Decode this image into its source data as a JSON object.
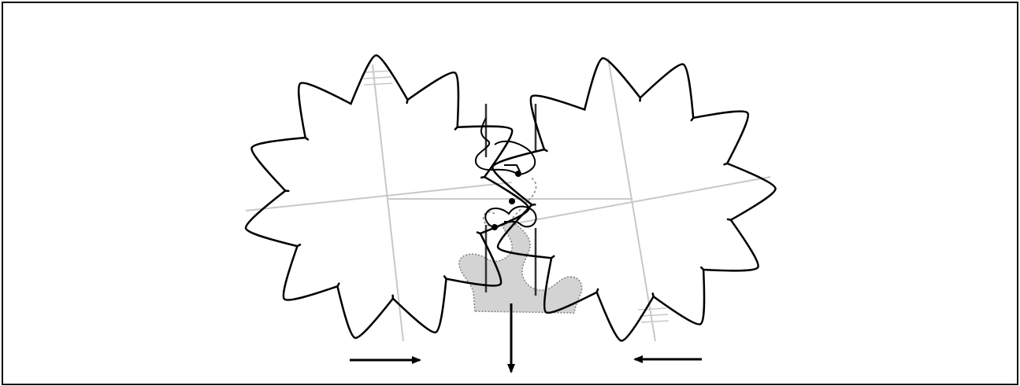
{
  "diagram": {
    "kind": "meshing-gears-with-rack-interaction",
    "elements": [
      "left-gear",
      "right-gear",
      "shaded-rack-piece",
      "contact-profile",
      "contact-points",
      "direction-arrows"
    ],
    "gears": [
      {
        "name": "left-gear",
        "teeth": 11
      },
      {
        "name": "right-gear",
        "teeth": 11
      }
    ],
    "arrows": [
      {
        "name": "left-arrow",
        "direction": "right"
      },
      {
        "name": "bottom-arrow",
        "direction": "down"
      },
      {
        "name": "right-arrow",
        "direction": "left"
      }
    ],
    "colors": {
      "outline": "#000000",
      "construction_lines": "#c8c8c8",
      "shaded_fill": "#d3d3d3",
      "frame": "#000000",
      "background": "#ffffff"
    }
  }
}
